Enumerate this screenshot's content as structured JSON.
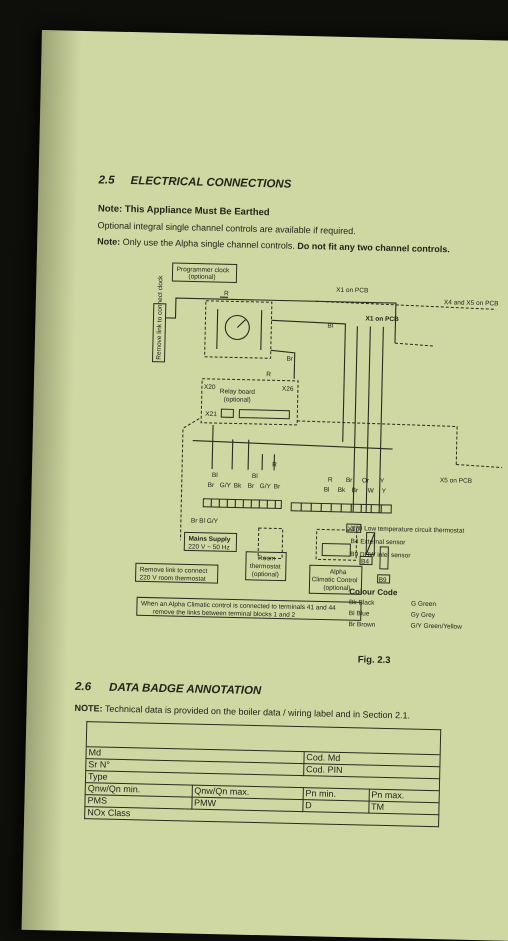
{
  "section_electrical": {
    "number": "2.5",
    "title": "ELECTRICAL CONNECTIONS"
  },
  "note1": "Note: This Appliance Must Be Earthed",
  "optional_text": "Optional integral single channel controls are available if required.",
  "note2_prefix": "Note:",
  "note2_text": "Only use the Alpha single channel controls.",
  "note2_bold": "Do not fit any two channel controls.",
  "diagram": {
    "programmer_clock": "Programmer clock",
    "programmer_optional": "(optional)",
    "remove_link_clock": "Remove link to connect clock",
    "x1_pcb_top": "X1 on PCB",
    "x1_pcb_mid": "X1 on PCB",
    "x4_x5_pcb": "X4 and X5 on PCB",
    "x5_pcb": "X5 on PCB",
    "relay_board": "Relay board",
    "relay_optional": "(optional)",
    "x20": "X20",
    "x26": "X26",
    "x21": "X21",
    "x70": "X70",
    "b4": "B4",
    "b9": "B9",
    "wire_r": "R",
    "wire_bl": "Bl",
    "wire_br": "Br",
    "wire_bk": "Bk",
    "wire_gy": "G/Y",
    "wire_or": "Or",
    "wire_w": "W",
    "wire_y": "Y",
    "mains_supply": "Mains Supply",
    "mains_voltage": "220 V ~ 50 Hz",
    "br_bl_gy": "Br Bl G/Y",
    "remove_link_thermostat_1": "Remove link to connect",
    "remove_link_thermostat_2": "220 V room thermostat",
    "room_thermostat_1": "Room",
    "room_thermostat_2": "thermostat",
    "room_thermostat_3": "(optional)",
    "alpha_climatic_1": "Alpha",
    "alpha_climatic_2": "Climatic Control",
    "alpha_climatic_3": "(optional)",
    "climatic_note_1": "When an Alpha Climatic control is connected to terminals 41 and 44",
    "climatic_note_2": "remove the links between terminal blocks 1 and 2",
    "legend_x70": "X70  Low temperature circuit thermostat",
    "legend_b4": "B4   External sensor",
    "legend_b9": "B9   DHW inlet sensor",
    "colour_code_title": "Colour Code",
    "colours": [
      {
        "code": "Bk",
        "name": "Black",
        "code2": "G",
        "name2": "Green"
      },
      {
        "code": "Bl",
        "name": "Blue",
        "code2": "Gy",
        "name2": "Grey"
      },
      {
        "code": "Br",
        "name": "Brown",
        "code2": "G/Y",
        "name2": "Green/Yellow"
      }
    ],
    "figure_caption": "Fig. 2.3"
  },
  "section_data_badge": {
    "number": "2.6",
    "title": "DATA BADGE ANNOTATION"
  },
  "note3_prefix": "NOTE:",
  "note3_text": "Technical data is provided on the boiler data / wiring label and in Section 2.1.",
  "badge_rows": [
    [
      "Md",
      "",
      "Cod. Md",
      ""
    ],
    [
      "Sr N°",
      "",
      "Cod. PIN",
      ""
    ],
    [
      "Type",
      "",
      "",
      ""
    ],
    [
      "Qnw/Qn min.",
      "Qnw/Qn max.",
      "Pn min.",
      "Pn max."
    ],
    [
      "PMS",
      "PMW",
      "D",
      "TM"
    ],
    [
      "NOx Class",
      "",
      "",
      ""
    ]
  ]
}
